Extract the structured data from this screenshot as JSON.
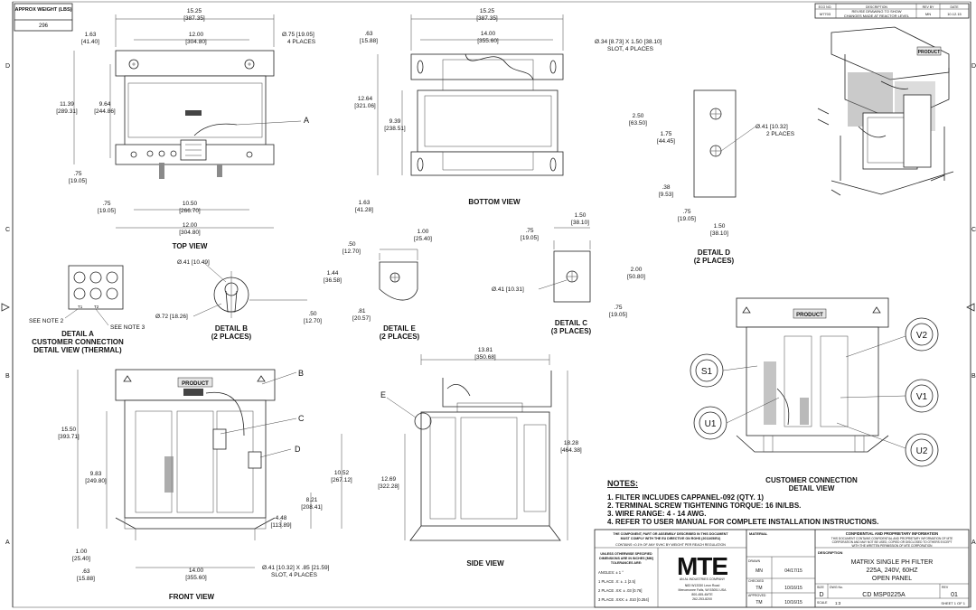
{
  "weight": {
    "label": "APPROX WEIGHT (LBS)",
    "value": "296"
  },
  "revision_block": {
    "headers": [
      "ECO NO.",
      "DESCRIPTION",
      "REV BY",
      "DATE"
    ],
    "row": {
      "eco": "M7703",
      "desc1": "REVISE DRAWING TO SHOW",
      "desc2": "CHANGES MADE AT REACTOR LEVEL",
      "by": "MN",
      "date": "10.12.15"
    }
  },
  "zones": [
    "D",
    "C",
    "B",
    "A"
  ],
  "views": {
    "top": {
      "title": "TOP VIEW",
      "dims": {
        "overall_w": "15.25",
        "overall_w_mm": "[387.35]",
        "slot_sp": "12.00",
        "slot_sp_mm": "[304.80]",
        "edge": "1.63",
        "edge_mm": "[41.40]",
        "hole": "Ø.75 [19.05]",
        "hole_note": "4 PLACES",
        "h1": "11.39",
        "h1_mm": "[289.31]",
        "h2": "9.64",
        "h2_mm": "[244.86]",
        "e1": ".75",
        "e1_mm": "[19.05]",
        "e2": ".75",
        "e2_mm": "[19.05]",
        "w1": "10.50",
        "w1_mm": "[266.70]",
        "w2": "12.00",
        "w2_mm": "[304.80]"
      },
      "callout": "A"
    },
    "bottom": {
      "title": "BOTTOM VIEW",
      "dims": {
        "overall_w": "15.25",
        "overall_w_mm": "[387.35]",
        "d1": ".63",
        "d1_mm": "[15.88]",
        "w": "14.00",
        "w_mm": "[355.60]",
        "slot": "Ø.34 [8.73] X 1.50 [38.10]",
        "slot_note": "SLOT, 4 PLACES",
        "h1": "12.64",
        "h1_mm": "[321.06]",
        "h2": "9.39",
        "h2_mm": "[238.51]",
        "b": "1.63",
        "b_mm": "[41.28]"
      }
    },
    "detail_d": {
      "title": "DETAIL D",
      "subtitle": "(2 PLACES)",
      "dims": {
        "a": "2.50",
        "a_mm": "[63.50]",
        "b": "1.75",
        "b_mm": "[44.45]",
        "c": ".38",
        "c_mm": "[9.53]",
        "d": ".75",
        "d_mm": "[19.05]",
        "e": "1.50",
        "e_mm": "[38.10]",
        "hole": "Ø.41 [10.32]",
        "hole_note": "2 PLACES"
      }
    },
    "detail_a": {
      "title1": "DETAIL A",
      "title2": "CUSTOMER CONNECTION",
      "title3": "DETAIL VIEW (THERMAL)",
      "note2": "SEE NOTE 2",
      "note3": "SEE NOTE 3",
      "t1": "T1",
      "t2": "T2"
    },
    "detail_b": {
      "title": "DETAIL B",
      "subtitle": "(2 PLACES)",
      "dims": {
        "a": "Ø.41 [10.49]",
        "b": "Ø.72 [18.26]",
        "c": ".50",
        "c_mm": "[12.70]"
      }
    },
    "detail_e": {
      "title": "DETAIL E",
      "subtitle": "(2 PLACES)",
      "dims": {
        "a": "1.00",
        "a_mm": "[25.40]",
        "b": ".50",
        "b_mm": "[12.70]",
        "c": "1.44",
        "c_mm": "[36.58]",
        "d": ".81",
        "d_mm": "[20.57]"
      }
    },
    "detail_c": {
      "title": "DETAIL C",
      "subtitle": "(3 PLACES)",
      "dims": {
        "a": ".75",
        "a_mm": "[19.05]",
        "b": "1.50",
        "b_mm": "[38.10]",
        "c": "2.00",
        "c_mm": "[50.80]",
        "d": ".75",
        "d_mm": "[19.05]",
        "hole": "Ø.41 [10.31]"
      }
    },
    "front": {
      "title": "FRONT VIEW",
      "product": "PRODUCT",
      "callouts": [
        "B",
        "C",
        "D"
      ],
      "dims": {
        "h1": "15.50",
        "h1_mm": "[393.71]",
        "h2": "9.83",
        "h2_mm": "[249.80]",
        "h3": "10.52",
        "h3_mm": "[267.12]",
        "h4": "8.21",
        "h4_mm": "[208.41]",
        "h5": "4.48",
        "h5_mm": "[113.89]",
        "b1": "1.00",
        "b1_mm": "[25.40]",
        "b2": ".63",
        "b2_mm": "[15.88]",
        "w": "14.00",
        "w_mm": "[355.60]",
        "slot": "Ø.41 [10.32] X .85 [21.59]",
        "slot_note": "SLOT, 4 PLACES"
      }
    },
    "side": {
      "title": "SIDE VIEW",
      "callout": "E",
      "dims": {
        "w": "13.81",
        "w_mm": "[350.68]",
        "h1": "18.28",
        "h1_mm": "[464.38]",
        "h2": "12.69",
        "h2_mm": "[322.28]"
      }
    },
    "customer": {
      "title1": "CUSTOMER CONNECTION",
      "title2": "DETAIL VIEW",
      "product": "PRODUCT",
      "terminals": [
        "S1",
        "U1",
        "V2",
        "V1",
        "U2"
      ]
    },
    "iso": {
      "product": "PRODUCT"
    }
  },
  "notes": {
    "heading": "NOTES:",
    "items": [
      "1.  FILTER INCLUDES CAPPANEL-092 (QTY. 1)",
      "2.  TERMINAL SCREW TIGHTENING TORQUE: 16 IN/LBS.",
      "3.  WIRE RANGE: 4 - 14 AWG.",
      "4.  REFER TO USER MANUAL FOR COMPLETE INSTALLATION INSTRUCTIONS."
    ]
  },
  "title_block": {
    "compliance1": "THE COMPONENT, PART OR ASSEMBLY DESCRIBED IN THIS DOCUMENT",
    "compliance2": "MUST COMPLY WITH THE EU DIRECTIVE ON ROHS (2011/65/EU)",
    "compliance3": "CONTAINS <0.1% OF ANY SVHC BY WEIGHT PER REACH REGULATION",
    "tol_head1": "UNLESS OTHERWISE SPECIFIED",
    "tol_head2": "DIMENSIONS ARE IN INCHES [MM]",
    "tol_head3": "TOLERANCES ARE:",
    "angles": "ANGLES: ± 1 °",
    "p1": "1 PLACE .X: ± .1 [2.5]",
    "p2": "2 PLACE .XX: ± .03 [0.76]",
    "p3": "3 PLACE .XXX: ± .010 [0.254]",
    "logo": "MTE",
    "logo_sub": "AN AL INDUSTRIES COMPANY",
    "address1": "N83 W13330 Leon Road",
    "address2": "Menomonee Falls, WI 53051 USA",
    "address3": "800-455-4MTE",
    "address4": "262-253-8200",
    "material": "MATERIAL",
    "drawn_label": "DRAWN",
    "drawn_by": "MN",
    "drawn_date": "04/17/15",
    "checked_label": "CHECKED",
    "checked_by": "TM",
    "checked_date": "10/16/15",
    "approved_label": "APPROVED",
    "approved_by": "TM",
    "approved_date": "10/16/15",
    "conf_head": "CONFIDENTIAL AND PROPRIETARY INFORMATION",
    "conf1": "THIS DOCUMENT CONTAINS CONFIDENTIAL AND PROPRIETARY INFORMATION OF MTE",
    "conf2": "CORPORATION AND MAY NOT BE USED, COPIED OR DISCLOSED TO OTHERS EXCEPT",
    "conf3": "WITH THE WRITTEN PERMISSION OF MTE CORPORATION",
    "description_label": "DESCRIPTION",
    "desc1": "MATRIX SINGLE PH FILTER",
    "desc2": "225A, 240V, 60HZ",
    "desc3": "OPEN PANEL",
    "size_label": "SIZE",
    "size": "D",
    "dwg_label": "DWG No.",
    "dwg": "CD MSP0225A",
    "rev_label": "REV",
    "rev": "01",
    "scale_label": "SCALE",
    "scale": "1:3",
    "sheet": "SHEET 1 OF 1"
  }
}
